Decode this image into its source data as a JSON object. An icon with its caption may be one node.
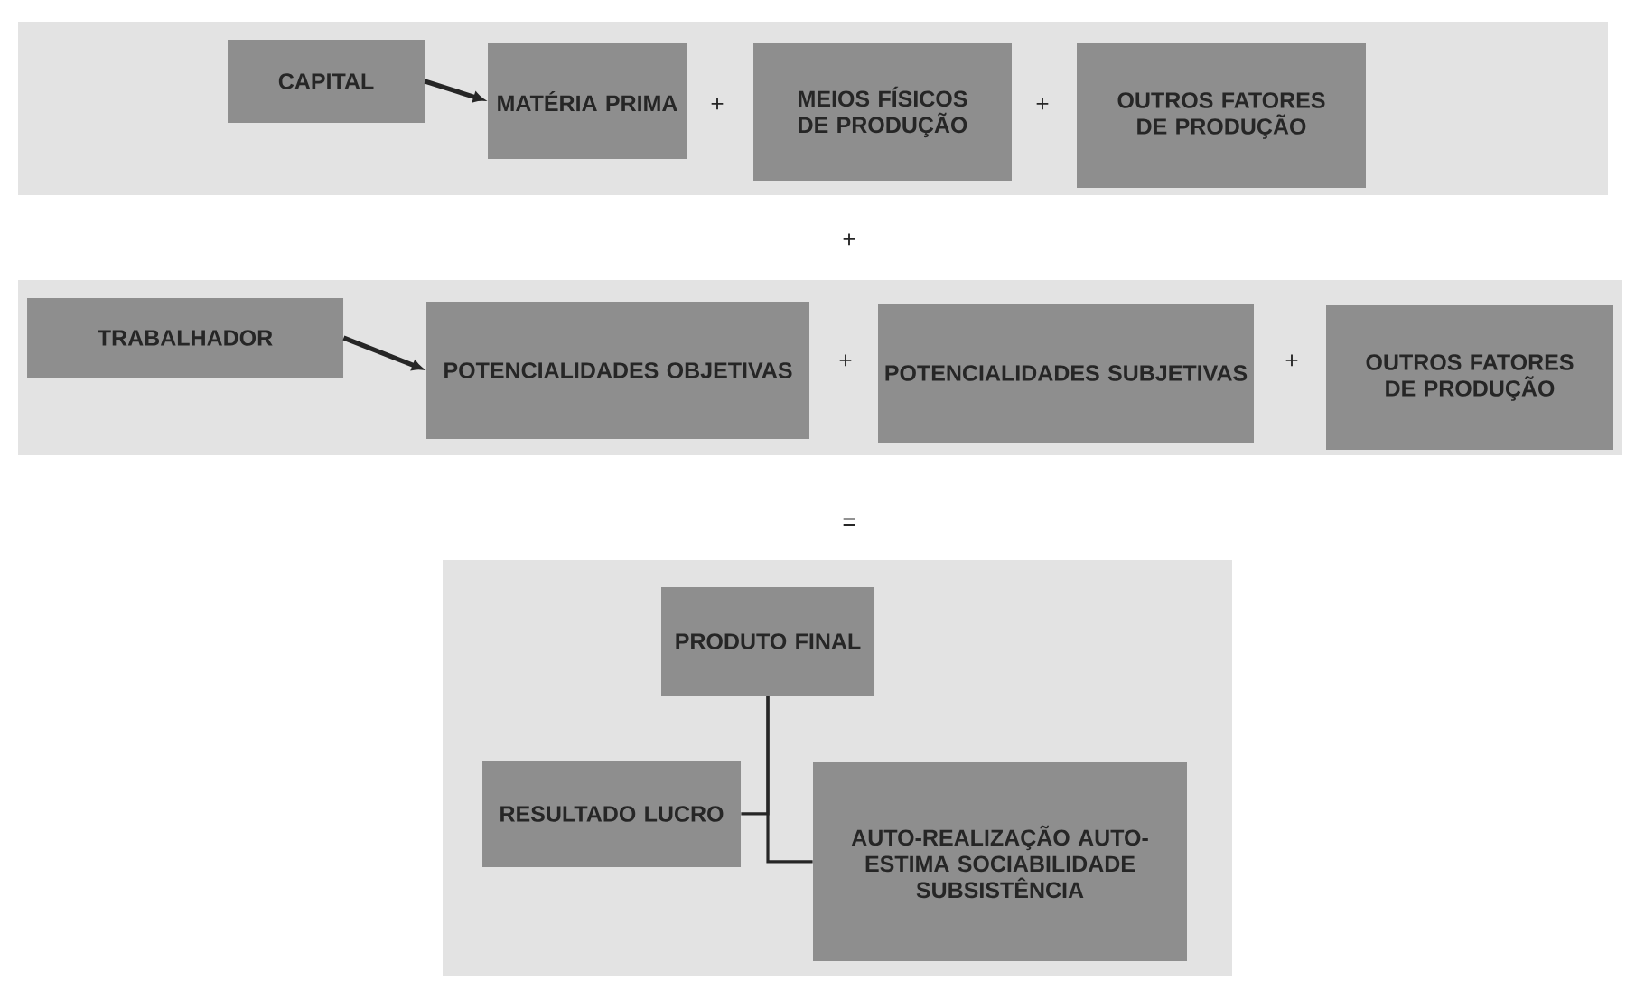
{
  "diagram": {
    "nodes": [
      {
        "text": [],
        "shape": "box"
      },
      {
        "text": [
          "CAPITAL"
        ],
        "in": 0
      },
      {
        "text": [
          "MATÉRIA PRIMA"
        ],
        "in": 0
      },
      {
        "text": [
          "MEIOS FÍSICOS DE PRODUÇÃO"
        ],
        "in": 0
      },
      {
        "text": [
          "OUTROS FATORES DE PRODUÇÃO"
        ],
        "in": 0
      },
      {
        "text": [],
        "shape": "box"
      },
      {
        "text": [
          "TRABALHADOR"
        ],
        "in": 5
      },
      {
        "text": [
          "POTENCIALIDADES OBJETIVAS"
        ],
        "in": 5
      },
      {
        "text": [
          "POTENCIALIDADES SUBJETIVAS"
        ],
        "in": 5
      },
      {
        "text": [
          "OUTROS FATORES DE PRODUÇÃO"
        ],
        "in": 5
      },
      {
        "text": [],
        "shape": "box"
      },
      {
        "text": [
          "PRODUTO FINAL"
        ],
        "in": 10
      },
      {
        "text": [
          "RESULTADO LUCRO"
        ],
        "in": 10
      },
      {
        "text": [
          "AUTO-REALIZAÇÃO AUTO-ESTIMA SOCIABILIDADE SUBSISTÊNCIA"
        ],
        "in": 10
      }
    ],
    "edges": [
      {
        "from": 1,
        "to": 2,
        "arrow": "to"
      },
      {
        "from": 6,
        "to": 7,
        "arrow": "to"
      },
      {
        "from": 11,
        "to": 12,
        "arrow": "none"
      },
      {
        "from": 11,
        "to": 13,
        "arrow": "none"
      }
    ],
    "labels": [
      "+",
      "+",
      "+",
      "+",
      "+",
      "="
    ]
  }
}
